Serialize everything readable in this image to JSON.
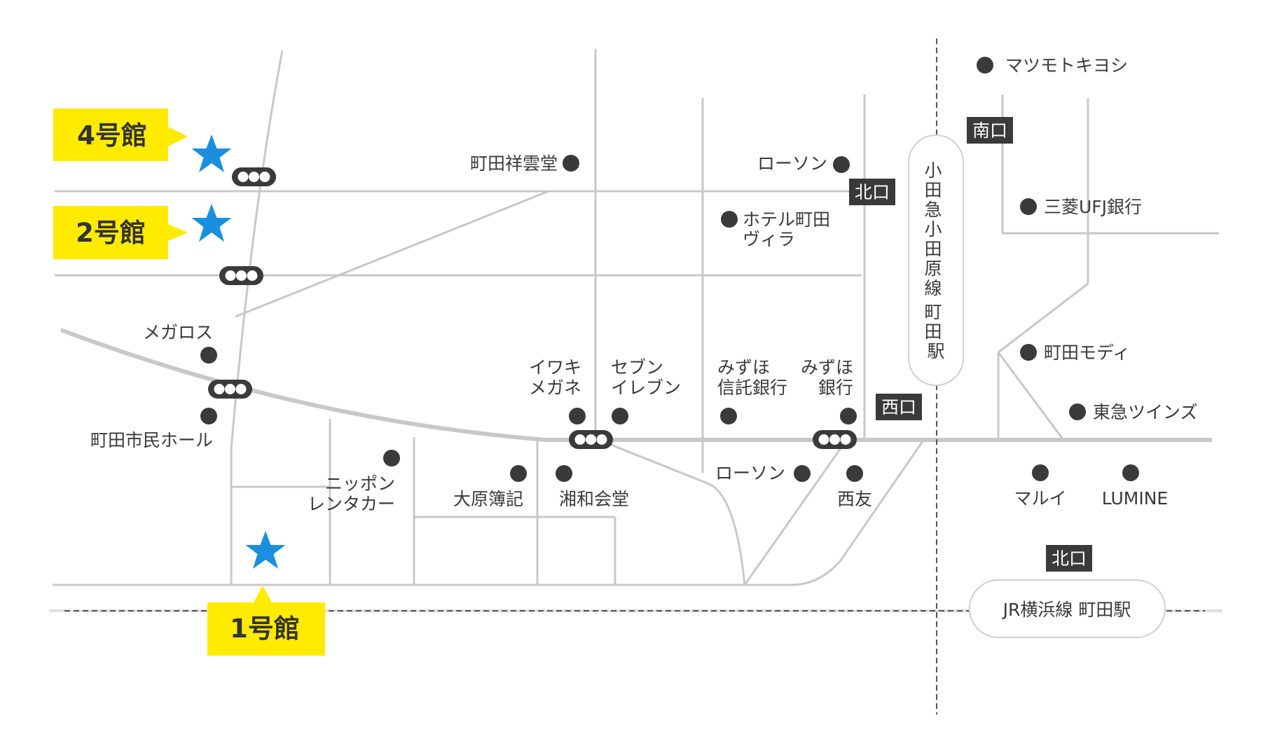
{
  "buildings": {
    "b4": "4号館",
    "b2": "2号館",
    "b1": "1号館"
  },
  "stations": {
    "odakyu": [
      "小",
      "田",
      "急",
      "小",
      "田",
      "原",
      "線",
      "",
      "町",
      "田",
      "駅"
    ],
    "jr": "JR横浜線 町田駅"
  },
  "gates": {
    "minamiguchi": "南口",
    "kitaguchi_odakyu": "北口",
    "nishiguchi": "西口",
    "kitaguchi_jr": "北口"
  },
  "poi": {
    "shounkodo": "町田祥雲堂",
    "lawson_north": "ローソン",
    "hotel_line1": "ホテル町田",
    "hotel_line2": "ヴィラ",
    "matsumoto": "マツモトキヨシ",
    "mufg": "三菱UFJ銀行",
    "modi": "町田モディ",
    "tokyu_twins": "東急ツインズ",
    "marui": "マルイ",
    "lumine": "LUMINE",
    "megaros": "メガロス",
    "civic_hall": "町田市民ホール",
    "iwaki_line1": "イワキ",
    "iwaki_line2": "メガネ",
    "seven_line1": "セブン",
    "seven_line2": "イレブン",
    "mizuho_trust_line1": "みずほ",
    "mizuho_trust_line2": "信託銀行",
    "mizuho_bank_line1": "みずほ",
    "mizuho_bank_line2": "銀行",
    "nippon_line1": "ニッポン",
    "nippon_line2": "レンタカー",
    "ohara": "大原簿記",
    "showa_kaido": "湘和会堂",
    "lawson_south": "ローソン",
    "saiyu": "西友"
  },
  "colors": {
    "building_highlight": "#ffeb00",
    "star": "#1a8fe0",
    "road": "#c8c8c8",
    "poi": "#3a3a3a"
  }
}
